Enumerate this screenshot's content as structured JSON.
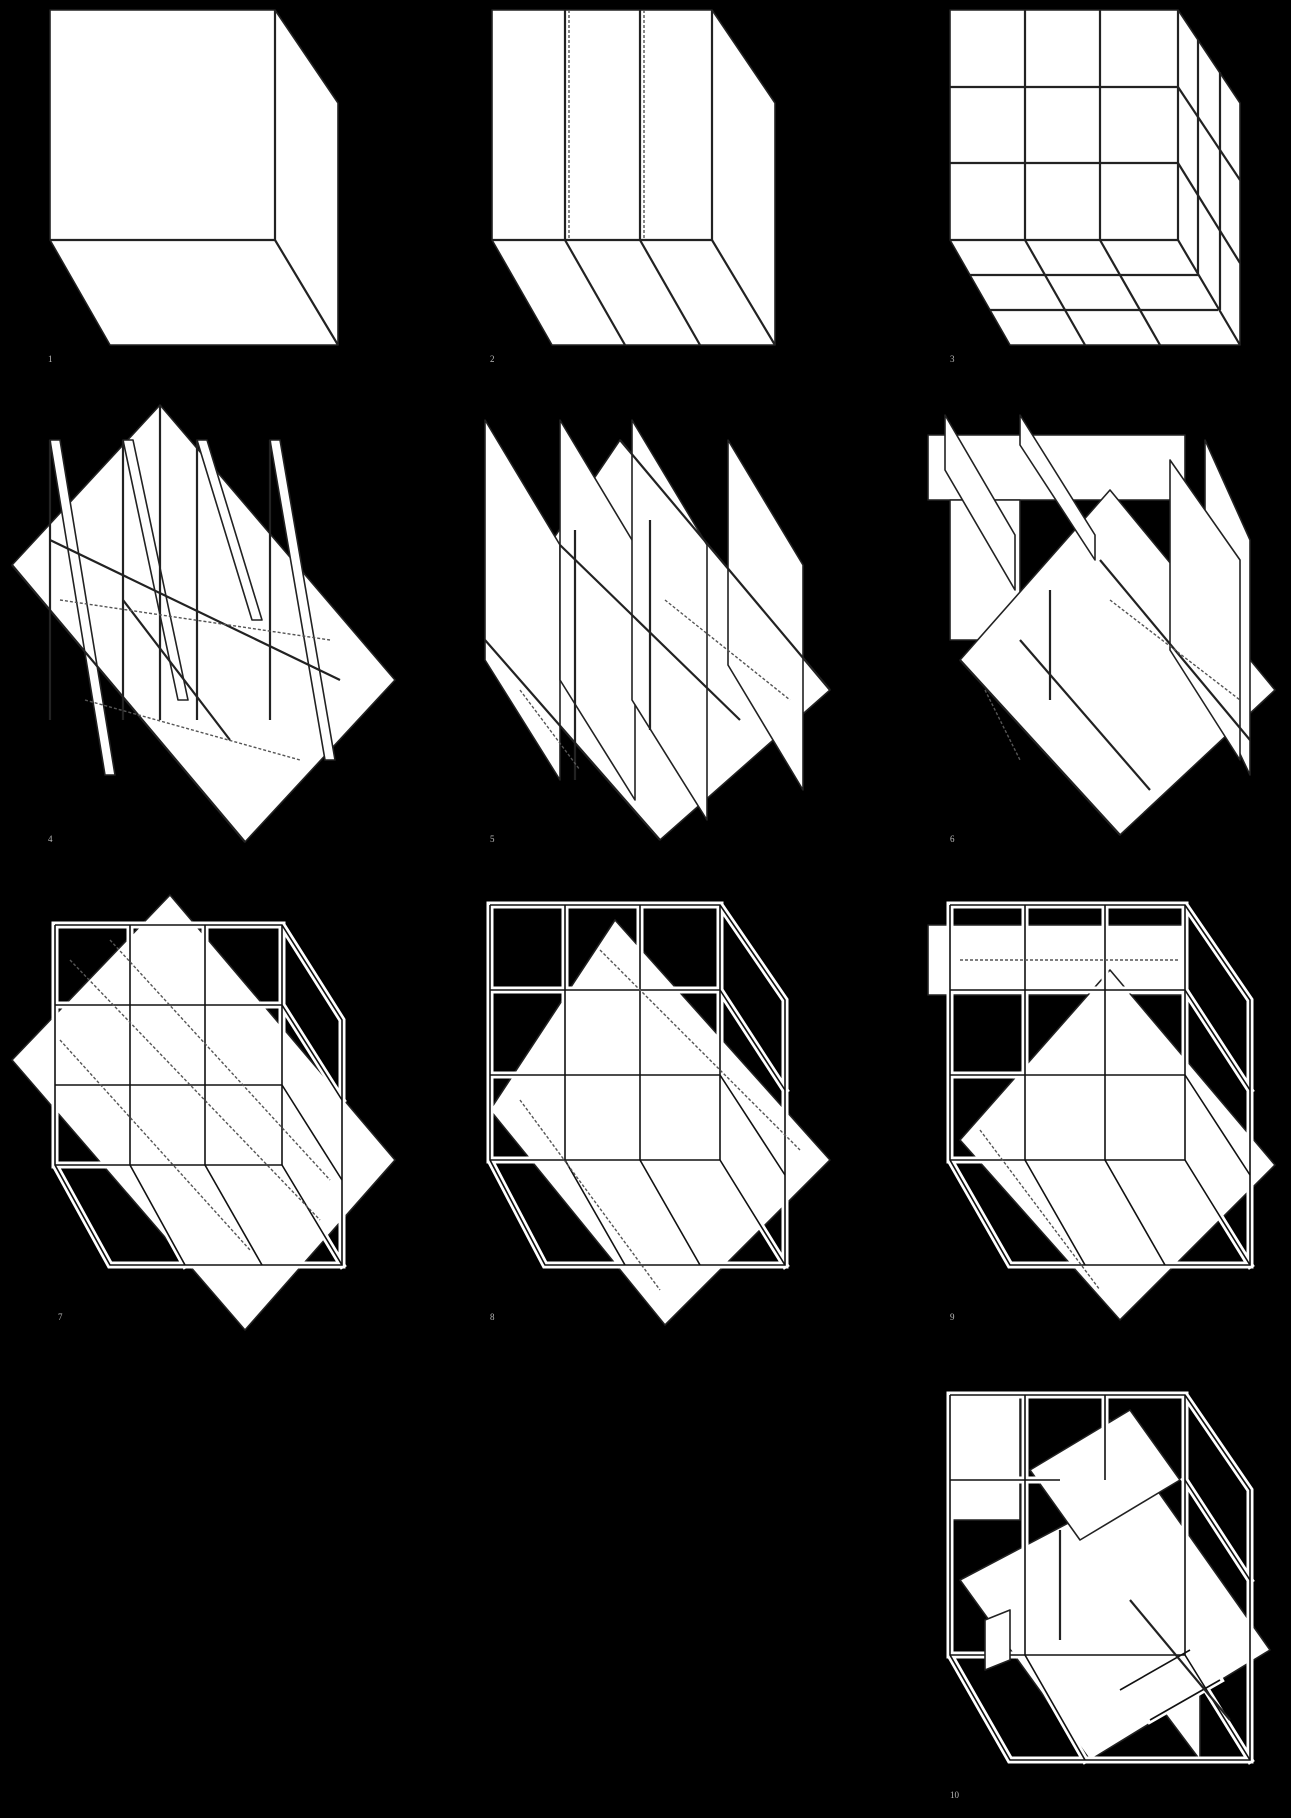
{
  "figure_numbers": {
    "fig1": "1",
    "fig2": "2",
    "fig3": "3",
    "fig4": "4",
    "fig5": "5",
    "fig6": "6",
    "fig7": "7",
    "fig8": "8",
    "fig9": "9",
    "fig10": "10"
  },
  "colors": {
    "background": "#000000",
    "drawing": "#ffffff",
    "ink": "#222222"
  }
}
